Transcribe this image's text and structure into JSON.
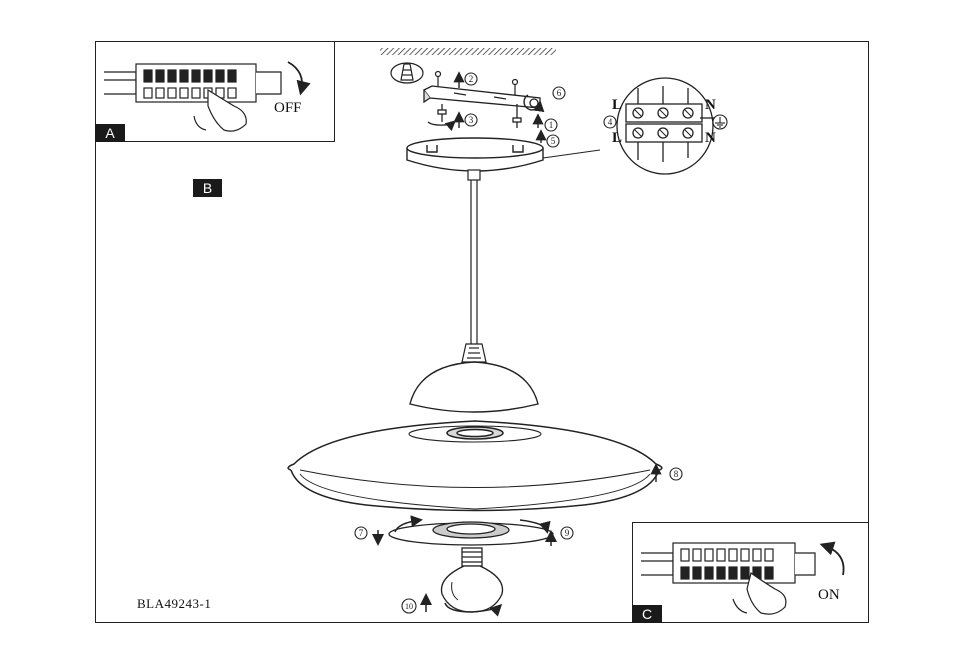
{
  "panels": {
    "a": {
      "label": "A",
      "switch_text": "OFF"
    },
    "b": {
      "label": "B"
    },
    "c": {
      "label": "C",
      "switch_text": "ON"
    }
  },
  "terminal": {
    "live_top": "L",
    "neutral_top": "N",
    "live_bottom": "L",
    "neutral_bottom": "N"
  },
  "steps": [
    "1",
    "2",
    "3",
    "4",
    "5",
    "6",
    "7",
    "8",
    "9",
    "10"
  ],
  "model_code": "BLA49243-1",
  "colors": {
    "line": "#222222",
    "fill": "#ffffff",
    "shade": "#bfbfbf",
    "tag": "#1a1a1a"
  },
  "icons": [
    "breaker-icon",
    "hand-icon",
    "rotate-arrow-icon",
    "screw-icon",
    "wall-plug-icon",
    "ground-icon",
    "bulb-icon"
  ]
}
